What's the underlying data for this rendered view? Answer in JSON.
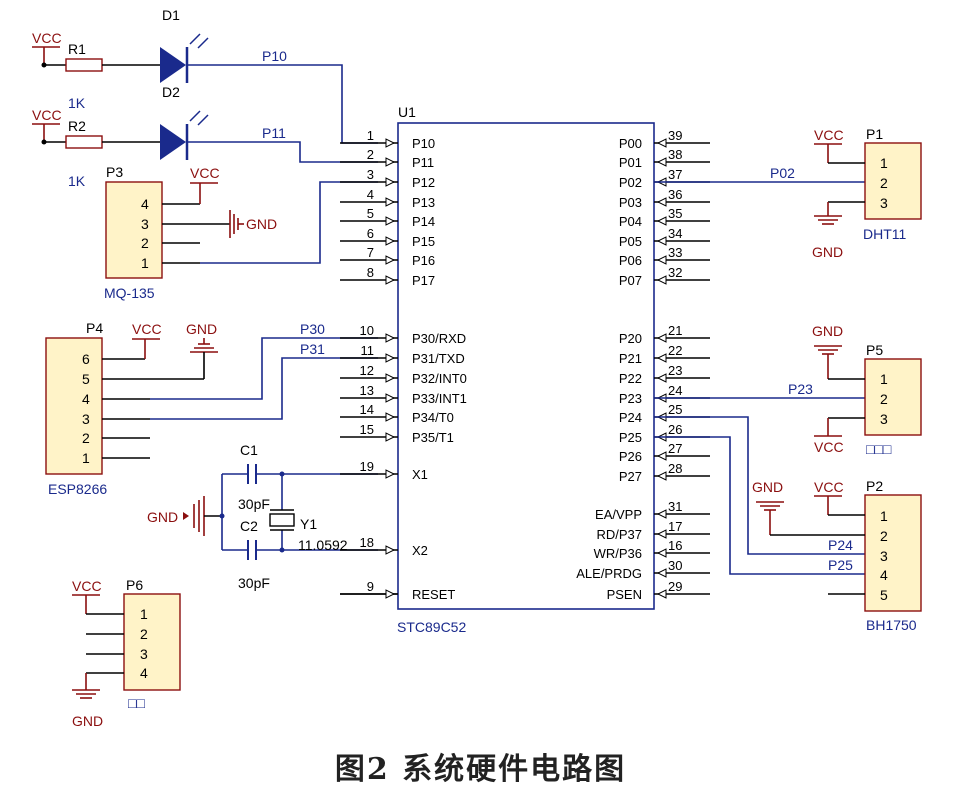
{
  "caption": "图2  系统硬件电路图",
  "power": {
    "vcc": "VCC",
    "gnd": "GND"
  },
  "leds": {
    "d1": "D1",
    "d2": "D2",
    "r1": "R1",
    "r2": "R2",
    "r1_value": "1K",
    "r2_value": "1K"
  },
  "nets": {
    "p10": "P10",
    "p11": "P11",
    "p02": "P02",
    "p30": "P30",
    "p31": "P31",
    "p23": "P23",
    "p24": "P24",
    "p25": "P25"
  },
  "mcu": {
    "ref": "U1",
    "part": "STC89C52",
    "left_pins": [
      {
        "num": "1",
        "name": "P10"
      },
      {
        "num": "2",
        "name": "P11"
      },
      {
        "num": "3",
        "name": "P12"
      },
      {
        "num": "4",
        "name": "P13"
      },
      {
        "num": "5",
        "name": "P14"
      },
      {
        "num": "6",
        "name": "P15"
      },
      {
        "num": "7",
        "name": "P16"
      },
      {
        "num": "8",
        "name": "P17"
      },
      {
        "num": "10",
        "name": "P30/RXD"
      },
      {
        "num": "11",
        "name": "P31/TXD"
      },
      {
        "num": "12",
        "name": "P32/INT0"
      },
      {
        "num": "13",
        "name": "P33/INT1"
      },
      {
        "num": "14",
        "name": "P34/T0"
      },
      {
        "num": "15",
        "name": "P35/T1"
      },
      {
        "num": "19",
        "name": "X1"
      },
      {
        "num": "18",
        "name": "X2"
      },
      {
        "num": "9",
        "name": "RESET"
      }
    ],
    "right_pins": [
      {
        "num": "39",
        "name": "P00"
      },
      {
        "num": "38",
        "name": "P01"
      },
      {
        "num": "37",
        "name": "P02"
      },
      {
        "num": "36",
        "name": "P03"
      },
      {
        "num": "35",
        "name": "P04"
      },
      {
        "num": "34",
        "name": "P05"
      },
      {
        "num": "33",
        "name": "P06"
      },
      {
        "num": "32",
        "name": "P07"
      },
      {
        "num": "21",
        "name": "P20"
      },
      {
        "num": "22",
        "name": "P21"
      },
      {
        "num": "23",
        "name": "P22"
      },
      {
        "num": "24",
        "name": "P23"
      },
      {
        "num": "25",
        "name": "P24"
      },
      {
        "num": "26",
        "name": "P25"
      },
      {
        "num": "27",
        "name": "P26"
      },
      {
        "num": "28",
        "name": "P27"
      },
      {
        "num": "31",
        "name": "EA/VPP"
      },
      {
        "num": "17",
        "name": "RD/P37"
      },
      {
        "num": "16",
        "name": "WR/P36"
      },
      {
        "num": "30",
        "name": "ALE/PRDG"
      },
      {
        "num": "29",
        "name": "PSEN"
      }
    ]
  },
  "crystal": {
    "c1": "C1",
    "c2": "C2",
    "c1_value": "30pF",
    "c2_value": "30pF",
    "y1": "Y1",
    "freq": "11.0592"
  },
  "connectors": {
    "p3": {
      "ref": "P3",
      "name": "MQ-135",
      "pins": [
        "4",
        "3",
        "2",
        "1"
      ]
    },
    "p4": {
      "ref": "P4",
      "name": "ESP8266",
      "pins": [
        "6",
        "5",
        "4",
        "3",
        "2",
        "1"
      ]
    },
    "p6": {
      "ref": "P6",
      "name": "□□",
      "pins": [
        "1",
        "2",
        "3",
        "4"
      ]
    },
    "p1": {
      "ref": "P1",
      "name": "DHT11",
      "pins": [
        "1",
        "2",
        "3"
      ]
    },
    "p5": {
      "ref": "P5",
      "name": "□□□",
      "pins": [
        "1",
        "2",
        "3"
      ]
    },
    "p2": {
      "ref": "P2",
      "name": "BH1750",
      "pins": [
        "1",
        "2",
        "3",
        "4",
        "5"
      ]
    }
  }
}
